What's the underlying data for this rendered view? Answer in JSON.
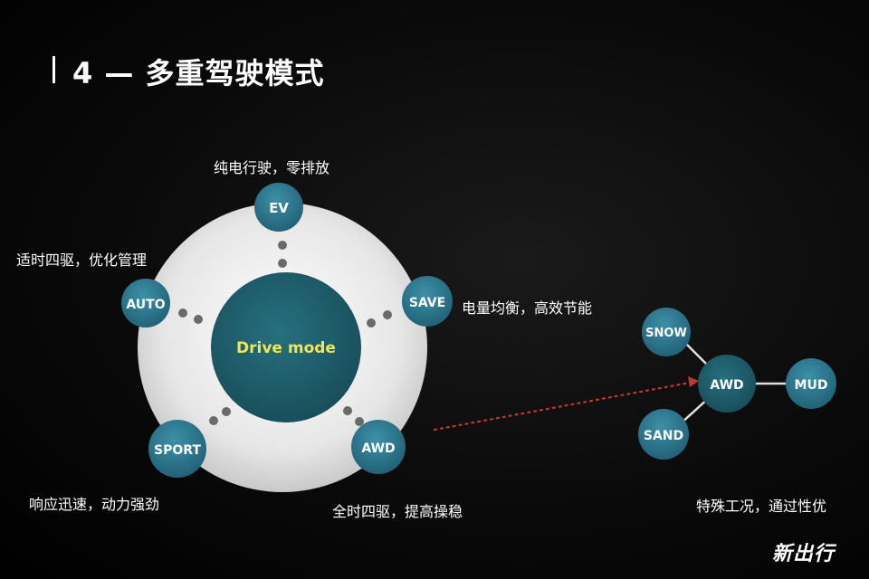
{
  "header": {
    "title": "4 — 多重驾驶模式"
  },
  "diagram": {
    "center_label": "Drive mode",
    "modes": [
      {
        "id": "ev",
        "label": "EV",
        "caption": "纯电行驶，零排放"
      },
      {
        "id": "auto",
        "label": "AUTO",
        "caption": "适时四驱，优化管理"
      },
      {
        "id": "save",
        "label": "SAVE",
        "caption": "电量均衡，高效节能"
      },
      {
        "id": "sport",
        "label": "SPORT",
        "caption": "响应迅速，动力强劲"
      },
      {
        "id": "awd",
        "label": "AWD",
        "caption": "全时四驱，提高操稳"
      }
    ],
    "awd_detail": {
      "center_label": "AWD",
      "sub_modes": [
        "SNOW",
        "MUD",
        "SAND"
      ],
      "caption": "特殊工况，通过性优"
    }
  },
  "colors": {
    "node_fill": "#2f7d95",
    "center_fill": "#1f5c6a",
    "ring_fill": "#e9e9e9",
    "center_text": "#f2e64a",
    "arrow": "#c0392b",
    "dots": "#6a6a6a"
  },
  "brand": {
    "text": "新出行"
  }
}
